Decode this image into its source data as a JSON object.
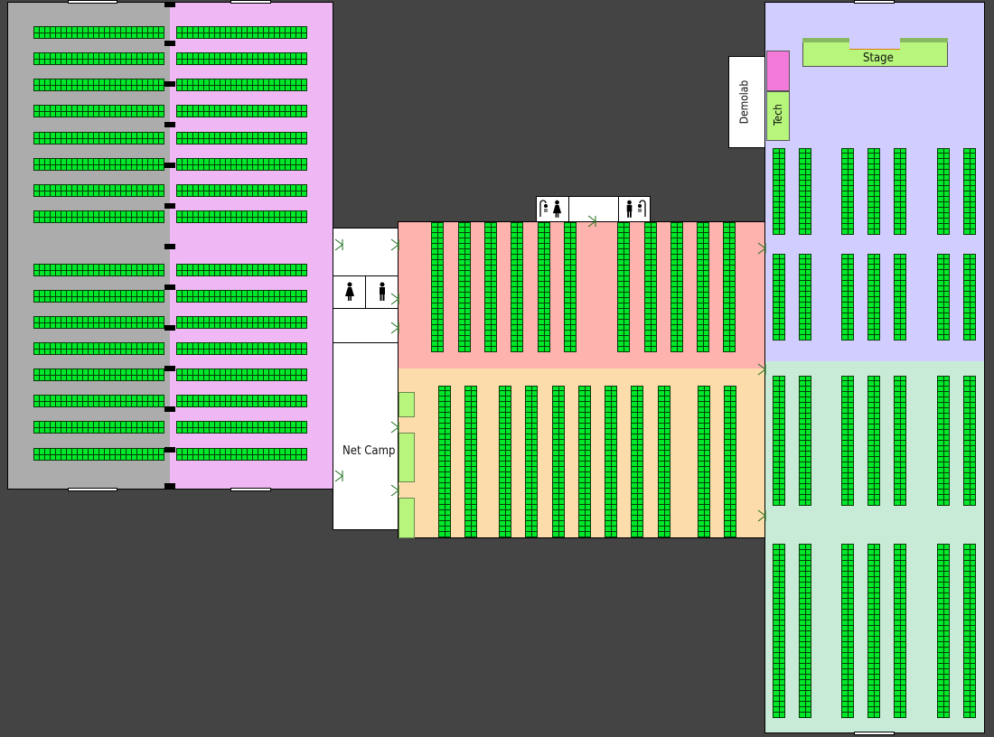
{
  "colors": {
    "background": "#444444",
    "hall_gray": "#acacac",
    "hall_pink": "#efb8f5",
    "hall_salmon": "#ffb3ae",
    "hall_tan": "#fbdcaa",
    "hall_lavender": "#d1ceff",
    "hall_mint": "#c7ebd6",
    "seat": "#00e82a",
    "seat_line": "#083b08",
    "stage": "#b7f57c",
    "tech": "#b7f57c",
    "demolab": "#ffffff",
    "magenta_block": "#f47ad9",
    "corridor": "#ffffff",
    "wall": "#000000"
  },
  "labels": {
    "stage": "Stage",
    "demolab": "Demolab",
    "tech": "Tech",
    "net_camp": "Net Camp"
  },
  "icons": {
    "restroom_female": "female-figure-icon",
    "restroom_male": "male-figure-icon",
    "shower": "shower-icon",
    "door": "door-icon"
  }
}
